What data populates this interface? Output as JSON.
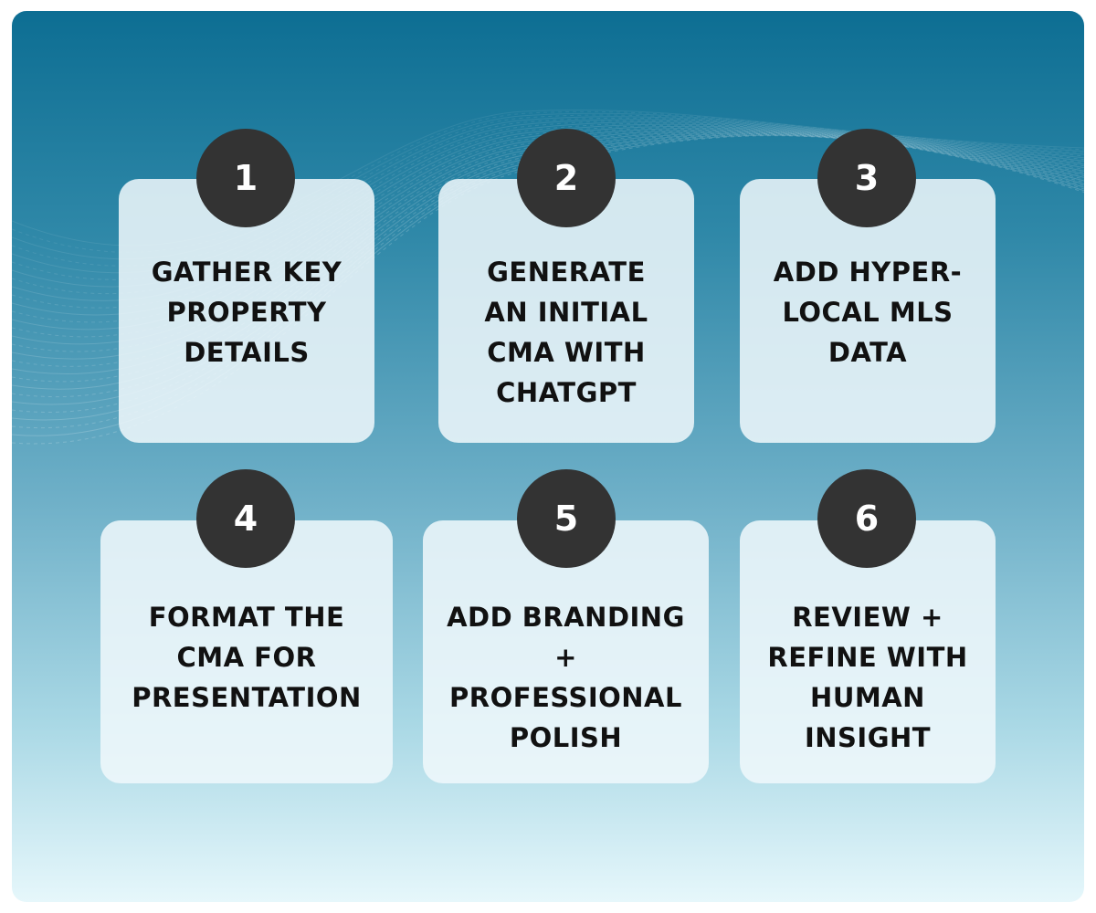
{
  "steps": [
    {
      "number": "1",
      "title": "GATHER KEY PROPERTY DETAILS"
    },
    {
      "number": "2",
      "title": "GENERATE AN INITIAL CMA WITH CHATGPT"
    },
    {
      "number": "3",
      "title": "ADD HYPER-LOCAL MLS DATA"
    },
    {
      "number": "4",
      "title": "FORMAT THE CMA FOR PRESENTATION"
    },
    {
      "number": "5",
      "title": "ADD BRANDING + PROFESSIONAL POLISH"
    },
    {
      "number": "6",
      "title": "REVIEW + REFINE WITH HUMAN INSIGHT"
    }
  ],
  "colors": {
    "circle": "#333333",
    "text": "#111111",
    "bg_top": "#0d6e93",
    "bg_bottom": "#e6f7fb"
  }
}
